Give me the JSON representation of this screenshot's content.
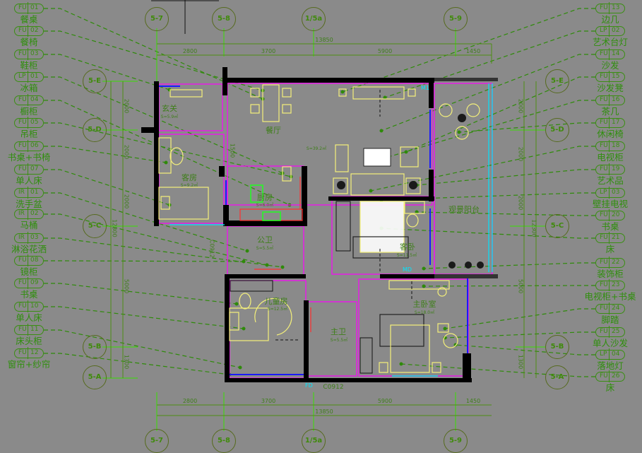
{
  "left_tags": [
    {
      "code": "FU",
      "num": "01",
      "label": "餐桌"
    },
    {
      "code": "FU",
      "num": "02",
      "label": "餐椅"
    },
    {
      "code": "FU",
      "num": "03",
      "label": "鞋柜"
    },
    {
      "code": "LP",
      "num": "01",
      "label": "冰箱"
    },
    {
      "code": "FU",
      "num": "04",
      "label": "橱柜"
    },
    {
      "code": "FU",
      "num": "05",
      "label": "吊柜"
    },
    {
      "code": "FU",
      "num": "06",
      "label": "书桌+书椅"
    },
    {
      "code": "FU",
      "num": "07",
      "label": "单人床"
    },
    {
      "code": "IR",
      "num": "01",
      "label": "洗手盆"
    },
    {
      "code": "IR",
      "num": "02",
      "label": "马桶"
    },
    {
      "code": "IR",
      "num": "03",
      "label": "淋浴花洒"
    },
    {
      "code": "FU",
      "num": "08",
      "label": "镜柜"
    },
    {
      "code": "FU",
      "num": "09",
      "label": "书桌"
    },
    {
      "code": "FU",
      "num": "10",
      "label": "单人床"
    },
    {
      "code": "FU",
      "num": "11",
      "label": "床头柜"
    },
    {
      "code": "FU",
      "num": "12",
      "label": "窗帘+纱帘"
    }
  ],
  "right_tags": [
    {
      "code": "FU",
      "num": "13",
      "label": "边几"
    },
    {
      "code": "LP",
      "num": "02",
      "label": "艺术台灯"
    },
    {
      "code": "FU",
      "num": "14",
      "label": "沙发"
    },
    {
      "code": "FU",
      "num": "15",
      "label": "沙发凳"
    },
    {
      "code": "FU",
      "num": "16",
      "label": "茶几"
    },
    {
      "code": "FU",
      "num": "17",
      "label": "休闲椅"
    },
    {
      "code": "FU",
      "num": "18",
      "label": "电视柜"
    },
    {
      "code": "FU",
      "num": "19",
      "label": "艺术品"
    },
    {
      "code": "LP",
      "num": "03",
      "label": "壁挂电视"
    },
    {
      "code": "FU",
      "num": "20",
      "label": "书桌"
    },
    {
      "code": "FU",
      "num": "21",
      "label": "床"
    },
    {
      "code": "FU",
      "num": "22",
      "label": "装饰柜"
    },
    {
      "code": "FU",
      "num": "23",
      "label": "电视柜+书桌"
    },
    {
      "code": "FU",
      "num": "24",
      "label": "脚踏"
    },
    {
      "code": "FU",
      "num": "25",
      "label": "单人沙发"
    },
    {
      "code": "LP",
      "num": "04",
      "label": "落地灯"
    },
    {
      "code": "FU",
      "num": "26",
      "label": "床"
    }
  ],
  "rooms": [
    {
      "name": "玄关",
      "area": "S=5.9㎡"
    },
    {
      "name": "餐厅",
      "area": "S=39.2㎡"
    },
    {
      "name": "客房",
      "area": "S=9.2㎡"
    },
    {
      "name": "厨房",
      "area": "S=6.0㎡"
    },
    {
      "name": "公卫",
      "area": "S=5.5㎡"
    },
    {
      "name": "观景阳台",
      "area": ""
    },
    {
      "name": "客卧",
      "area": "S=11.5㎡"
    },
    {
      "name": "儿童房",
      "area": "S=12.5㎡"
    },
    {
      "name": "主卧室",
      "area": "S=18.0㎡"
    },
    {
      "name": "主卫",
      "area": "S=5.5㎡"
    }
  ],
  "dimensions": {
    "horizontal_total": "13850",
    "horizontal": [
      "2800",
      "3700",
      "5900",
      "1450"
    ],
    "vertical_total": "12300",
    "vertical": [
      "2000",
      "2000",
      "2000",
      "5000",
      "1300"
    ],
    "kitchen_door": "1500"
  },
  "axes": {
    "top": [
      "5-7",
      "5-8",
      "1/5a",
      "5-9"
    ],
    "side": [
      "5-E",
      "5-D",
      "5-C",
      "5-B",
      "5-A"
    ]
  },
  "openings": {
    "window_bottom": "C0912",
    "window_side": "C0912",
    "fd": "FD",
    "md": "MD",
    "m1": "M1"
  },
  "colors": {
    "background": "#8a8a8a",
    "annotation": "#3a8f12",
    "wall": "#000000",
    "furniture": "#ffff80",
    "outline": "#ff00ff",
    "window": "#0000ff",
    "glass": "#00e5ff"
  }
}
